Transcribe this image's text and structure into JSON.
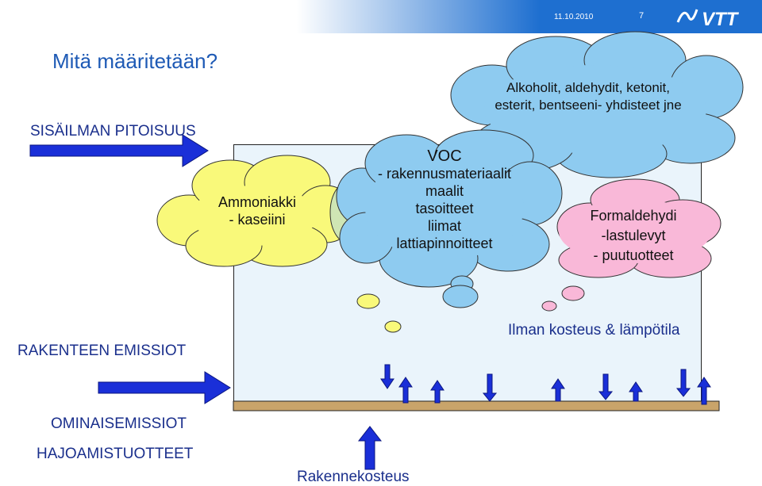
{
  "header": {
    "date": "11.10.2010",
    "page_number": "7",
    "logo_text": "VTT",
    "accent_color": "#1e6fd0"
  },
  "slide": {
    "title": "Mitä määritetään?",
    "labels": {
      "indoor_concentration": "SISÄILMAN PITOISUUS",
      "structure_emissions": "RAKENTEEN EMISSIOT",
      "specific_emissions": "OMINAISEMISSIOT",
      "dispersion_products": "HAJOAMISTUOTTEET",
      "construction_moisture": "Rakennekosteus",
      "air_humidity_temp": "Ilman kosteus & lämpötila"
    },
    "clouds": {
      "ammonia": {
        "line1": "Ammoniakki",
        "line2": "- kaseiini"
      },
      "voc": {
        "title": "VOC",
        "lines": [
          "- rakennusmateriaalit",
          "maalit",
          "tasoitteet",
          "liimat",
          "lattiapinnoitteet"
        ]
      },
      "compounds": {
        "line1": "Alkoholit, aldehydit, ketonit,",
        "line2": "esterit, bentseeni- yhdisteet jne"
      },
      "formaldehyde": {
        "line1": "Formaldehydi",
        "line2": "-lastulevyt",
        "line3": "- puutuotteet"
      }
    },
    "colors": {
      "arrow_blue": "#1a2fd8",
      "yellow_cloud": "#f9f97a",
      "blue_cloud": "#8ecbf0",
      "green_cloud": "#cfe6b4",
      "pink_cloud": "#f9b8d8",
      "room_fill": "#eaf4fb",
      "floor_brown": "#c9a46a"
    }
  }
}
